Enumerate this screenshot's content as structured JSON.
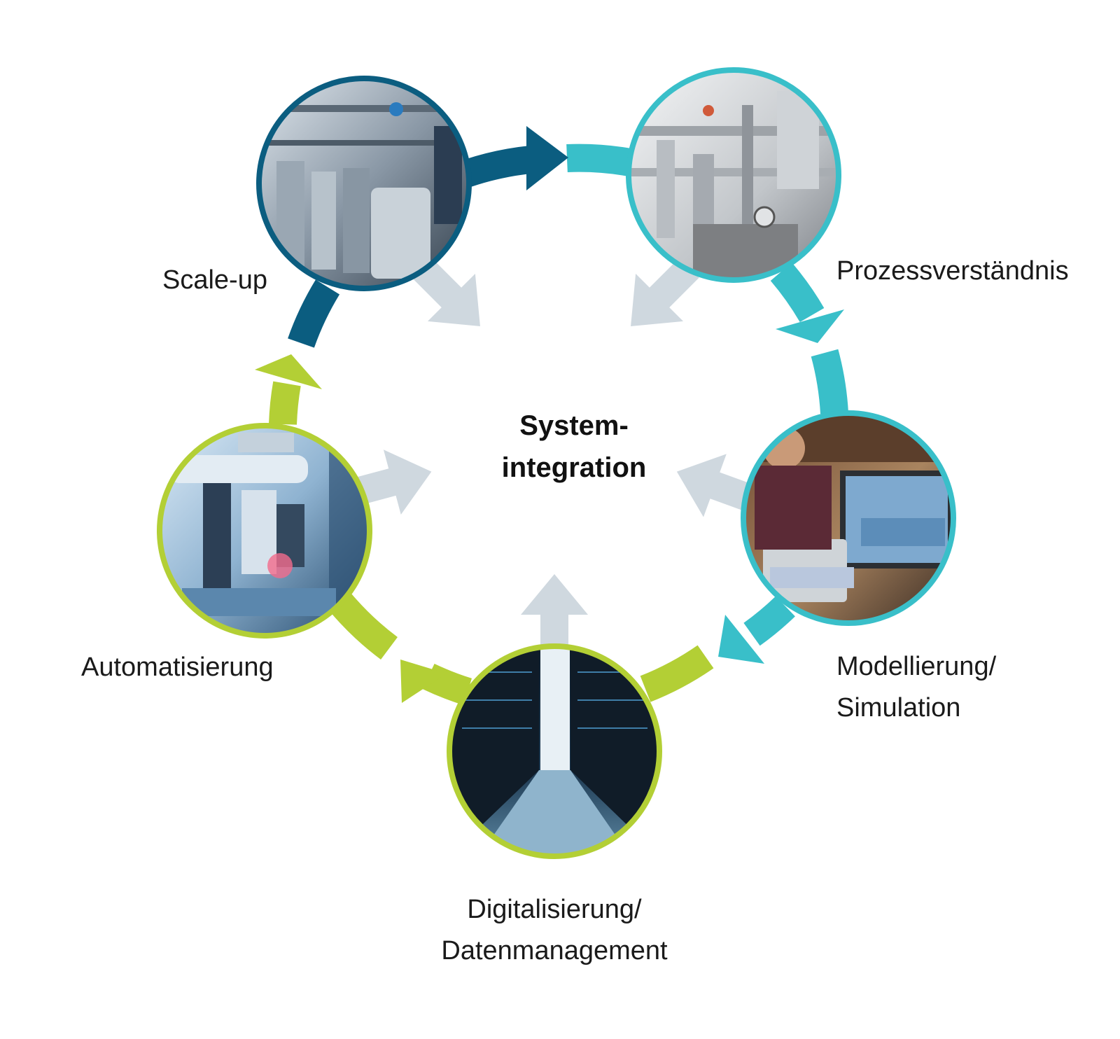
{
  "center": {
    "line1": "System-",
    "line2": "integration"
  },
  "stages": [
    {
      "id": "scale-up",
      "lines": [
        "Scale-up"
      ],
      "color": "#0b5d80",
      "photo": "industrial-reactor-vessels"
    },
    {
      "id": "prozess",
      "lines": [
        "Prozessverständnis"
      ],
      "color": "#39bfc9",
      "photo": "stainless-pipework-valves"
    },
    {
      "id": "modell",
      "lines": [
        "Modellierung/",
        "Simulation"
      ],
      "color": "#39bfc9",
      "photo": "engineers-simulation-monitor"
    },
    {
      "id": "digital",
      "lines": [
        "Digitalisierung/",
        "Datenmanagement"
      ],
      "color": "#b3cf35",
      "photo": "server-room-corridor"
    },
    {
      "id": "auto",
      "lines": [
        "Automatisierung"
      ],
      "color": "#b3cf35",
      "photo": "automation-robot-arm"
    }
  ],
  "colors": {
    "dark_blue": "#0b5d80",
    "teal": "#39bfc9",
    "lime": "#b3cf35",
    "grey_arrow": "#cfd8df"
  }
}
